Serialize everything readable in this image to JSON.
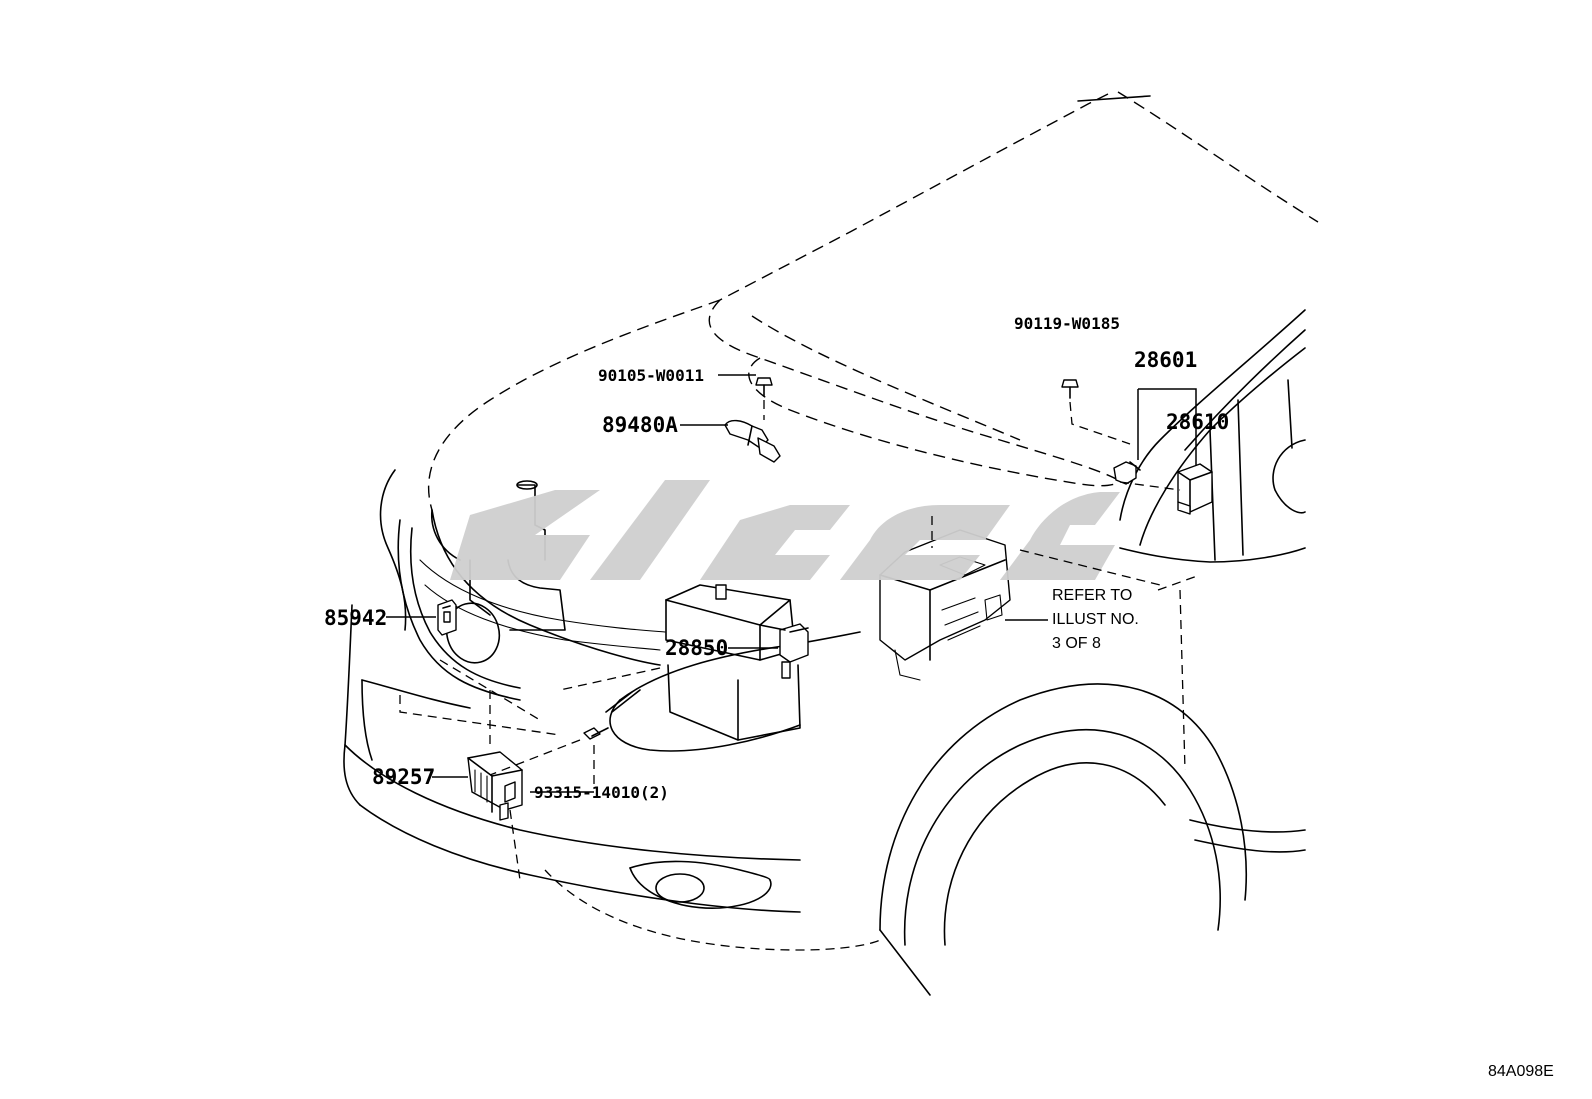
{
  "diagram": {
    "part_labels": {
      "p90105": "90105-W0011",
      "p89480A": "89480A",
      "p85942": "85942",
      "p28850": "28850",
      "p89257": "89257",
      "p93315": "93315-14010(2)",
      "p90119": "90119-W0185",
      "p28601": "28601",
      "p28610": "28610"
    },
    "refer_note": {
      "line1": "REFER TO",
      "line2": "ILLUST NO.",
      "line3": "3 OF 8"
    },
    "illustration_code": "84A098E"
  }
}
